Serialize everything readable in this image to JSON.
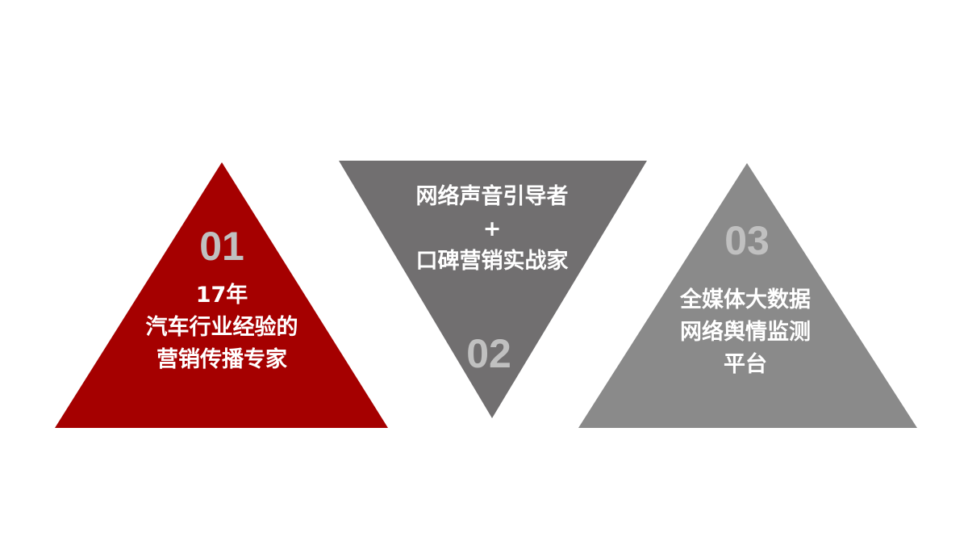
{
  "colors": {
    "red": "#a50000",
    "dark_gray": "#716f70",
    "mid_gray": "#8a8a8a",
    "number": "#c0c0c0",
    "text": "#ffffff"
  },
  "items": [
    {
      "number": "01",
      "lines": [
        "17年",
        "汽车行业经验的",
        "营销传播专家"
      ]
    },
    {
      "number": "02",
      "lines": [
        "网络声音引导者",
        "+",
        "口碑营销实战家"
      ]
    },
    {
      "number": "03",
      "lines": [
        "全媒体大数据",
        "网络舆情监测",
        "平台"
      ]
    }
  ]
}
